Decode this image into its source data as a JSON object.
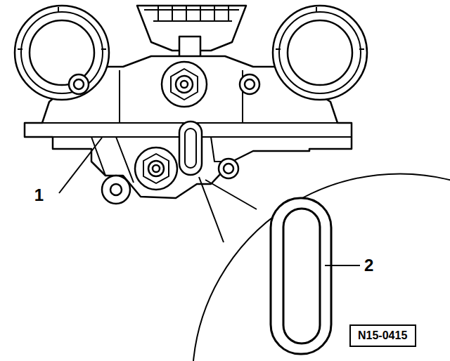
{
  "diagram": {
    "nodes": [
      {
        "text": [
          "N15-0415"
        ]
      }
    ],
    "labels": [
      "1",
      "2"
    ]
  }
}
